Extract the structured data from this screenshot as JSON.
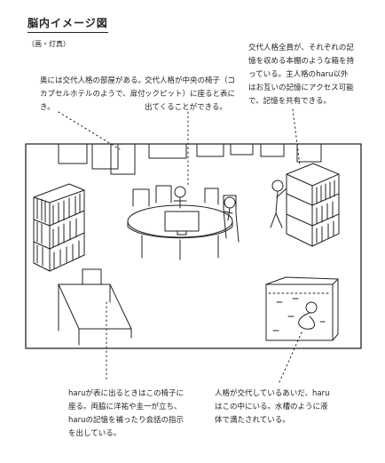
{
  "header": {
    "title": "脳内イメージ図",
    "credit": "（画・灯真）"
  },
  "notes": [
    "奥には交代人格の部屋がある。カプセルホテルのようで、扉付き。",
    "交代人格が中央の椅子（コックピット）に座ると表に出てくることができる。",
    "交代人格全員が、それぞれの記憶を収める本棚のような箱を持っている。主人格のharu以外はお互いの記憶にアクセス可能で、記憶を共有できる。",
    "haruが表に出るときはこの椅子に座る。両脇に洋祐や圭一が立ち、haruの記憶を補ったり会話の指示を出している。",
    "人格が交代しているあいだ、haruはこの中にいる。水槽のように液体で満たされている。"
  ]
}
